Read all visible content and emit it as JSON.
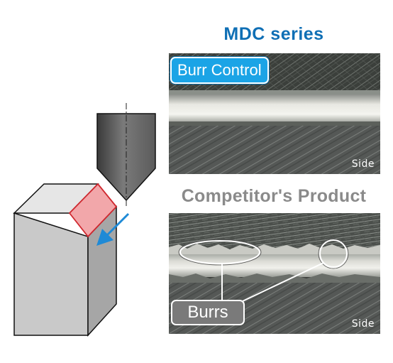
{
  "mdc": {
    "title": "MDC series",
    "badge": "Burr Control",
    "side": "Side"
  },
  "competitor": {
    "title": "Competitor's Product",
    "badge": "Burrs",
    "side": "Side"
  },
  "colors": {
    "mdc_title": "#0f6fb5",
    "competitor_title": "#8a8a8a",
    "burr_control_badge": "#1ba4e6",
    "burrs_badge": "#7a7a7a",
    "chamfer_face": "#f2a7aa",
    "arrow": "#1f8ad6"
  },
  "icons": [
    "chamfer-tool-icon",
    "workpiece-block-icon",
    "feed-direction-arrow-icon"
  ]
}
